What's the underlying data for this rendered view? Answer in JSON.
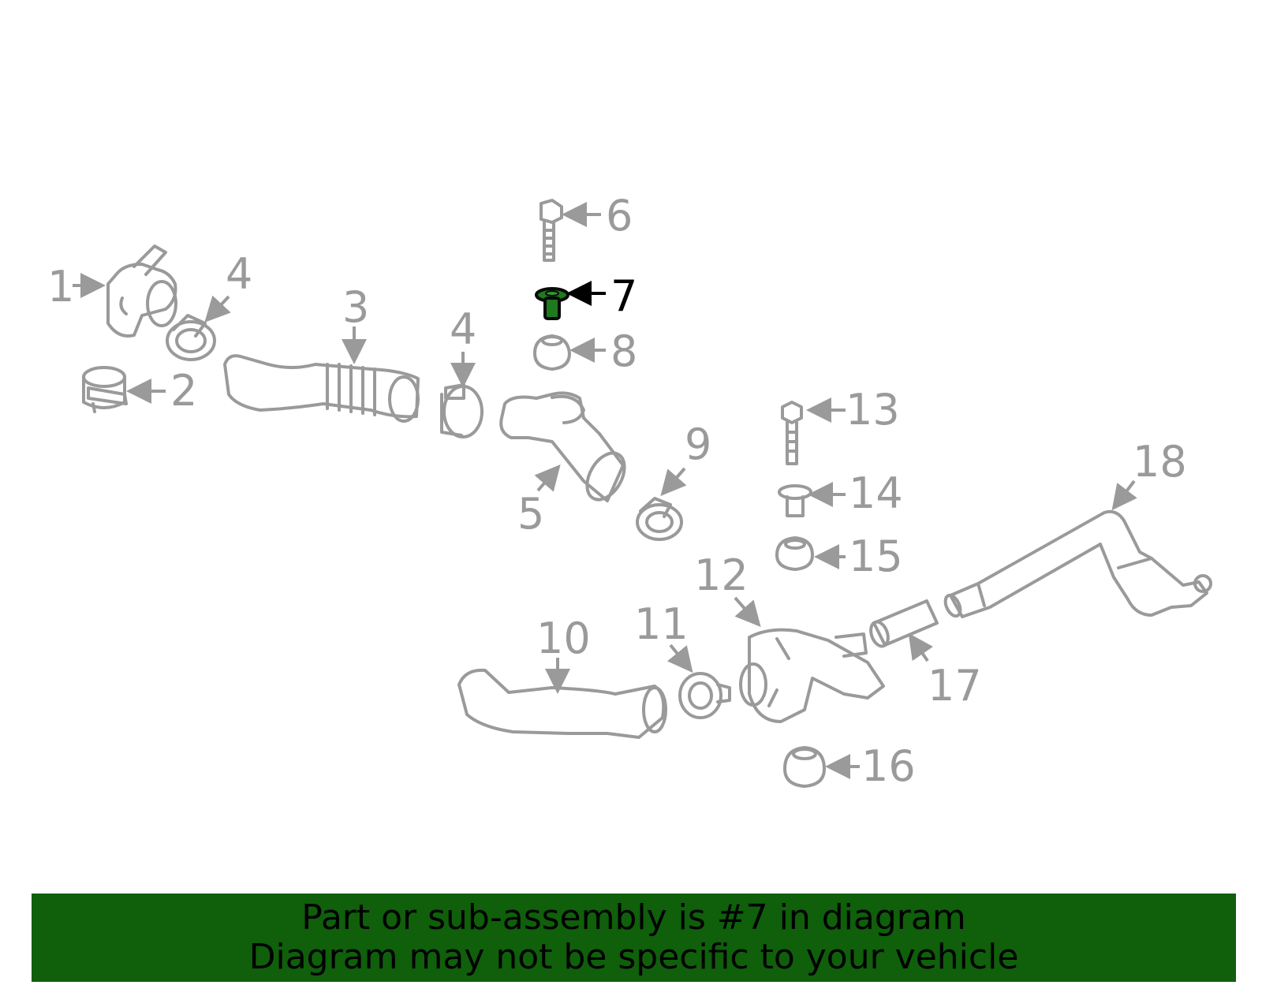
{
  "callouts": {
    "c1": "1",
    "c2": "2",
    "c3": "3",
    "c4a": "4",
    "c4b": "4",
    "c5": "5",
    "c6": "6",
    "c7": "7",
    "c8": "8",
    "c9": "9",
    "c10": "10",
    "c11": "11",
    "c12": "12",
    "c13": "13",
    "c14": "14",
    "c15": "15",
    "c16": "16",
    "c17": "17",
    "c18": "18"
  },
  "highlighted_part": "7",
  "banner": {
    "line1": "Part or sub-assembly is #7 in diagram",
    "line2": "Diagram may not be specific to your vehicle"
  },
  "colors": {
    "part_stroke": "#9a9a9a",
    "highlight_fill": "#1e7a1e",
    "banner_bg": "#0f5f0b"
  }
}
